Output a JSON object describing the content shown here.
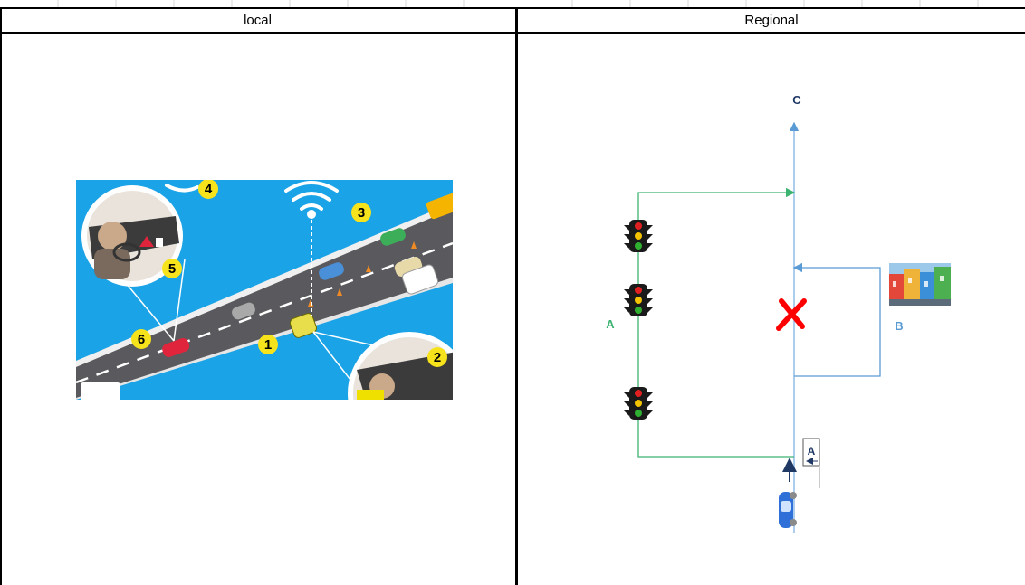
{
  "headers": {
    "local": "local",
    "regional": "Regional"
  },
  "local_illustration": {
    "callouts": [
      "1",
      "2",
      "3",
      "4",
      "5",
      "6"
    ]
  },
  "regional_diagram": {
    "label_c": "C",
    "label_a": "A",
    "label_b": "B",
    "sign_text": "A",
    "colors": {
      "route_a": "#3cb371",
      "route_b": "#5b9bd5",
      "main_road": "#7fb2e5",
      "blocked": "#ff0000"
    }
  }
}
